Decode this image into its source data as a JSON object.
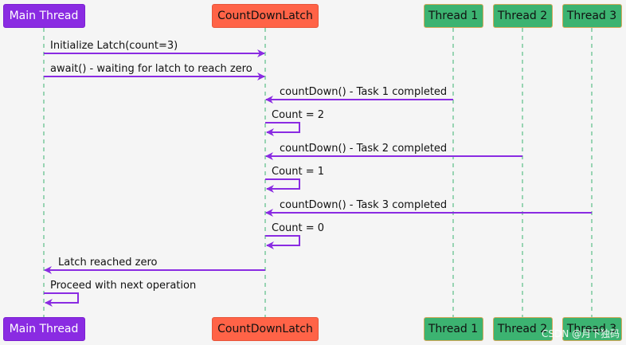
{
  "participants": [
    {
      "id": "main",
      "label": "Main Thread",
      "fill": "#8a2be2",
      "stroke": "#7b1fd1",
      "text_color": "#ffffff"
    },
    {
      "id": "latch",
      "label": "CountDownLatch",
      "fill": "#ff6347",
      "stroke": "#e8553a",
      "text_color": "#111111"
    },
    {
      "id": "t1",
      "label": "Thread 1",
      "fill": "#3cb371",
      "stroke": "#d4a85a",
      "text_color": "#111111"
    },
    {
      "id": "t2",
      "label": "Thread 2",
      "fill": "#3cb371",
      "stroke": "#d4a85a",
      "text_color": "#111111"
    },
    {
      "id": "t3",
      "label": "Thread 3",
      "fill": "#3cb371",
      "stroke": "#d4a85a",
      "text_color": "#111111"
    }
  ],
  "messages": [
    {
      "from": "main",
      "to": "latch",
      "label": "Initialize Latch(count=3)"
    },
    {
      "from": "main",
      "to": "latch",
      "label": "await() - waiting for latch to reach zero"
    },
    {
      "from": "t1",
      "to": "latch",
      "label": "countDown() - Task 1 completed"
    },
    {
      "from": "latch",
      "to": "latch",
      "label": "Count = 2"
    },
    {
      "from": "t2",
      "to": "latch",
      "label": "countDown() - Task 2 completed"
    },
    {
      "from": "latch",
      "to": "latch",
      "label": "Count = 1"
    },
    {
      "from": "t3",
      "to": "latch",
      "label": "countDown() - Task 3 completed"
    },
    {
      "from": "latch",
      "to": "latch",
      "label": "Count = 0"
    },
    {
      "from": "latch",
      "to": "main",
      "label": "Latch reached zero"
    },
    {
      "from": "main",
      "to": "main",
      "label": "Proceed with next operation"
    }
  ],
  "colors": {
    "arrow": "#8a2be2",
    "lifeline": "#3cb371",
    "background": "#f5f5f5"
  },
  "watermark": "CSDN @月下独码"
}
